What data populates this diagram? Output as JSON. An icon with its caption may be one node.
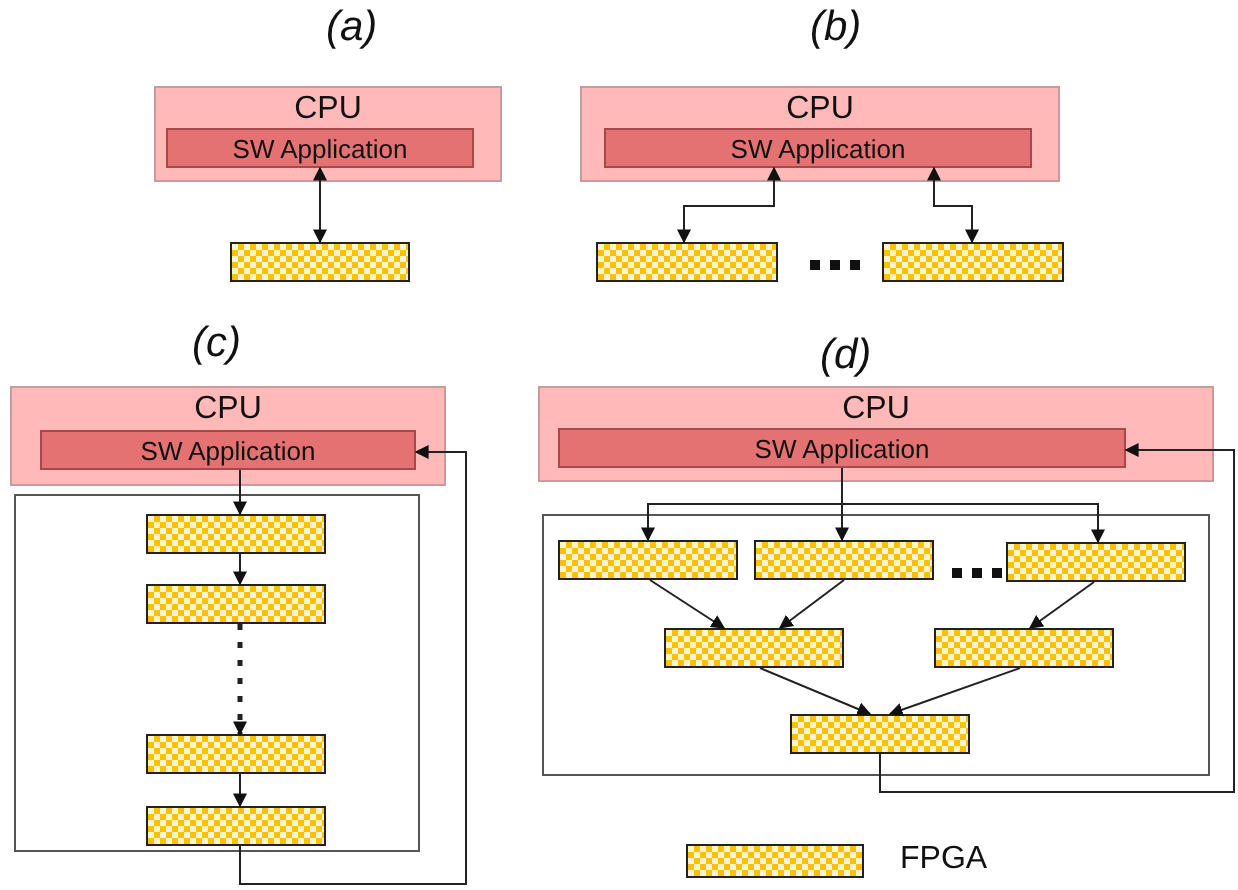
{
  "diagram": {
    "nodes": [
      {
        "text": [
          "CPU"
        ]
      },
      {
        "text": [
          "SW Application"
        ],
        "in": 0
      },
      {
        "text": [],
        "shape": "box"
      },
      {
        "text": [
          "CPU"
        ]
      },
      {
        "text": [
          "SW Application"
        ],
        "in": 3
      },
      {
        "text": [],
        "shape": "box"
      },
      {
        "text": [],
        "shape": "box"
      },
      {
        "text": [
          "CPU"
        ]
      },
      {
        "text": [
          "SW Application"
        ],
        "in": 7
      },
      {
        "text": [],
        "shape": "box"
      },
      {
        "text": [],
        "shape": "box",
        "in": 9
      },
      {
        "text": [],
        "shape": "box",
        "in": 9
      },
      {
        "text": [],
        "shape": "box",
        "in": 9
      },
      {
        "text": [],
        "shape": "box",
        "in": 9
      },
      {
        "text": [
          "CPU"
        ]
      },
      {
        "text": [
          "SW Application"
        ],
        "in": 14
      },
      {
        "text": [],
        "shape": "box"
      },
      {
        "text": [],
        "shape": "box",
        "in": 16
      },
      {
        "text": [],
        "shape": "box",
        "in": 16
      },
      {
        "text": [],
        "shape": "box",
        "in": 16
      },
      {
        "text": [],
        "shape": "box",
        "in": 16
      },
      {
        "text": [],
        "shape": "box",
        "in": 16
      },
      {
        "text": [],
        "shape": "box",
        "in": 16
      }
    ],
    "edges": [
      {
        "from": 1,
        "to": 2,
        "arrow": "both"
      },
      {
        "from": 4,
        "to": 5,
        "arrow": "both"
      },
      {
        "from": 4,
        "to": 6,
        "arrow": "both"
      },
      {
        "from": 8,
        "to": 10,
        "arrow": "to"
      },
      {
        "from": 10,
        "to": 11,
        "arrow": "to"
      },
      {
        "from": 11,
        "to": 12,
        "arrow": "to",
        "style": "dashed"
      },
      {
        "from": 12,
        "to": 13,
        "arrow": "to"
      },
      {
        "from": 13,
        "to": 8,
        "arrow": "to"
      },
      {
        "from": 15,
        "to": 17,
        "arrow": "to"
      },
      {
        "from": 15,
        "to": 18,
        "arrow": "to"
      },
      {
        "from": 15,
        "to": 19,
        "arrow": "to"
      },
      {
        "from": 17,
        "to": 20,
        "arrow": "to"
      },
      {
        "from": 18,
        "to": 20,
        "arrow": "to"
      },
      {
        "from": 19,
        "to": 21,
        "arrow": "to"
      },
      {
        "from": 20,
        "to": 22,
        "arrow": "to"
      },
      {
        "from": 21,
        "to": 22,
        "arrow": "to"
      },
      {
        "from": 22,
        "to": 15,
        "arrow": "to"
      }
    ],
    "labels": [
      "(a)",
      "(b)",
      "(c)",
      "(d)"
    ],
    "legend": [
      {
        "text": "FPGA"
      }
    ]
  }
}
